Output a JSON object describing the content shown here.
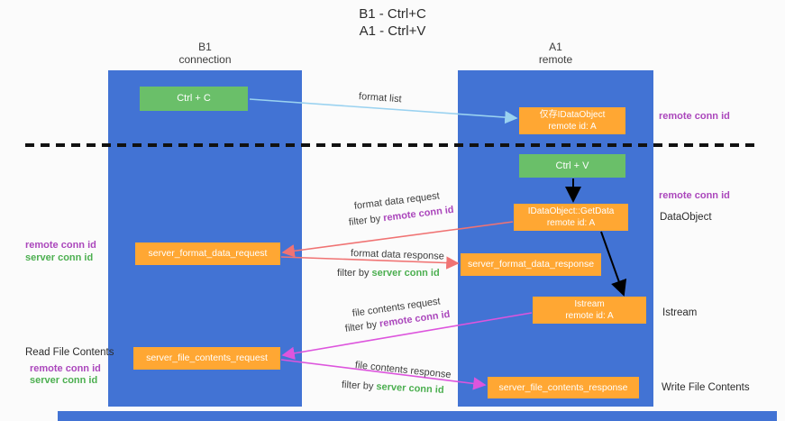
{
  "title": {
    "line1": "B1 - Ctrl+C",
    "line2": "A1 - Ctrl+V"
  },
  "lanes": {
    "left": {
      "title": "B1",
      "subtitle": "connection"
    },
    "right": {
      "title": "A1",
      "subtitle": "remote"
    }
  },
  "nodes": {
    "ctrl_c": {
      "label": "Ctrl + C"
    },
    "ctrl_v": {
      "label": "Ctrl + V"
    },
    "idataobject": {
      "line1": "仅存IDataObject",
      "line2": "remote id: A"
    },
    "getdata": {
      "line1": "IDataObject::GetData",
      "line2": "remote id: A"
    },
    "istream": {
      "line1": "Istream",
      "line2": "remote id: A"
    },
    "format_request": {
      "label": "server_format_data_request"
    },
    "format_response": {
      "label": "server_format_data_response"
    },
    "file_request": {
      "label": "server_file_contents_request"
    },
    "file_response": {
      "label": "server_file_contents_response"
    }
  },
  "labels": {
    "right_remote_conn_1": "remote conn id",
    "right_remote_conn_2": "remote conn id",
    "dataobject": "DataObject",
    "istream": "Istream",
    "write_file": "Write File Contents",
    "read_file": "Read File Contents",
    "left_remote_conn_1": "remote conn id",
    "left_server_conn_1": "server conn id",
    "left_remote_conn_2": "remote conn id",
    "left_server_conn_2": "server conn id"
  },
  "arrows": {
    "format_list": "format list",
    "format_data_request": "format data request",
    "format_data_response": "format data response",
    "file_contents_request": "file contents request",
    "file_contents_response": "file contents response",
    "filter_by": "filter by ",
    "remote_conn_id": "remote conn id",
    "server_conn_id": "server conn id"
  },
  "colors": {
    "lane_blue": "#4273d4",
    "box_orange": "#ffa733",
    "box_green": "#6abf69",
    "purple_text": "#ab47bc",
    "green_text": "#4caf50",
    "arrow_blue": "#9ad2f0",
    "arrow_red": "#f07373",
    "arrow_magenta": "#dd55dd",
    "arrow_black": "#000000"
  }
}
